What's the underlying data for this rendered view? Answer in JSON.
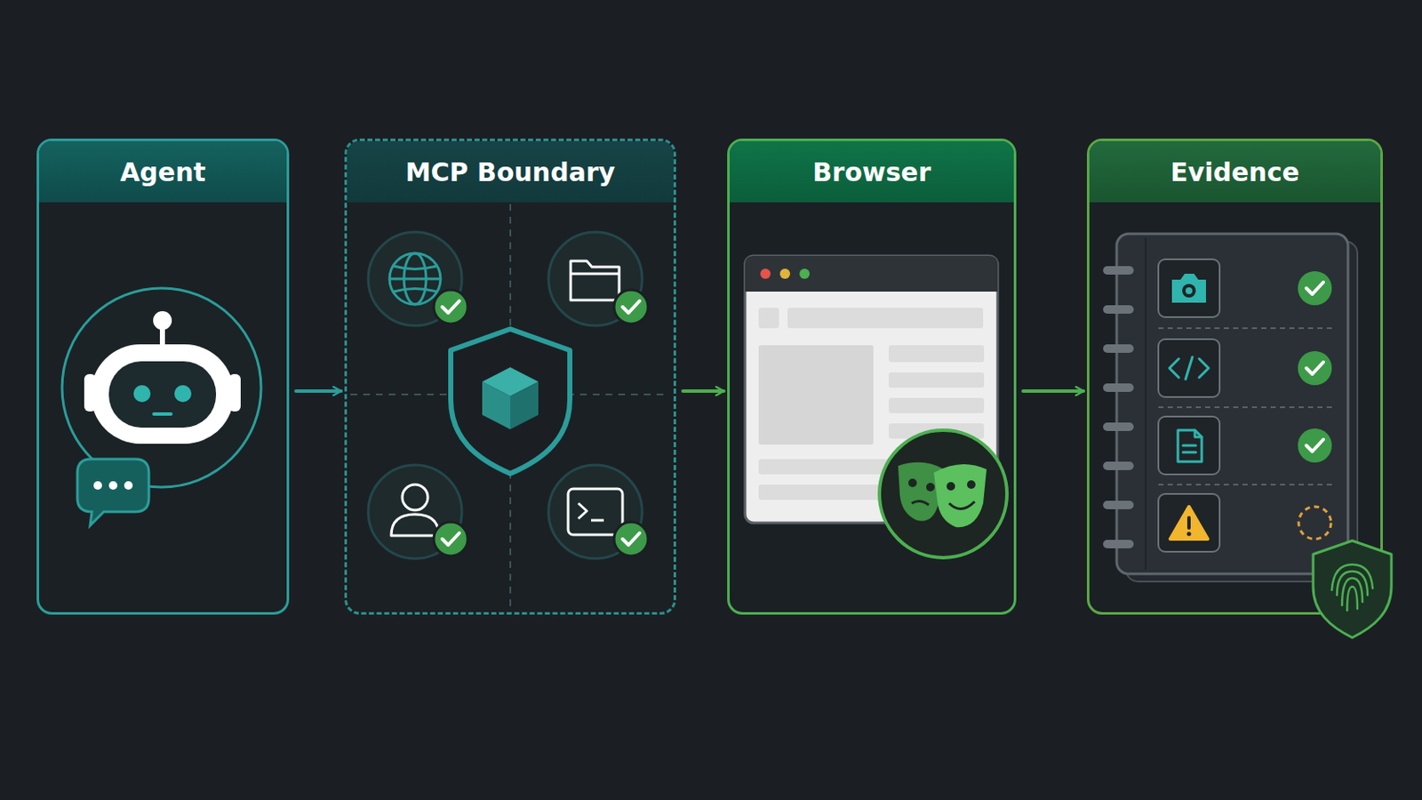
{
  "diagram": {
    "nodes": [
      {
        "text": [
          "Agent"
        ]
      },
      {
        "text": [
          "MCP Boundary"
        ]
      },
      {
        "text": [
          "Browser"
        ]
      },
      {
        "text": [
          "Evidence"
        ]
      }
    ],
    "edges": [
      {
        "from": 0,
        "to": 1,
        "arrow": "to"
      },
      {
        "from": 1,
        "to": 2,
        "arrow": "to"
      },
      {
        "from": 2,
        "to": 3,
        "arrow": "to"
      }
    ]
  }
}
